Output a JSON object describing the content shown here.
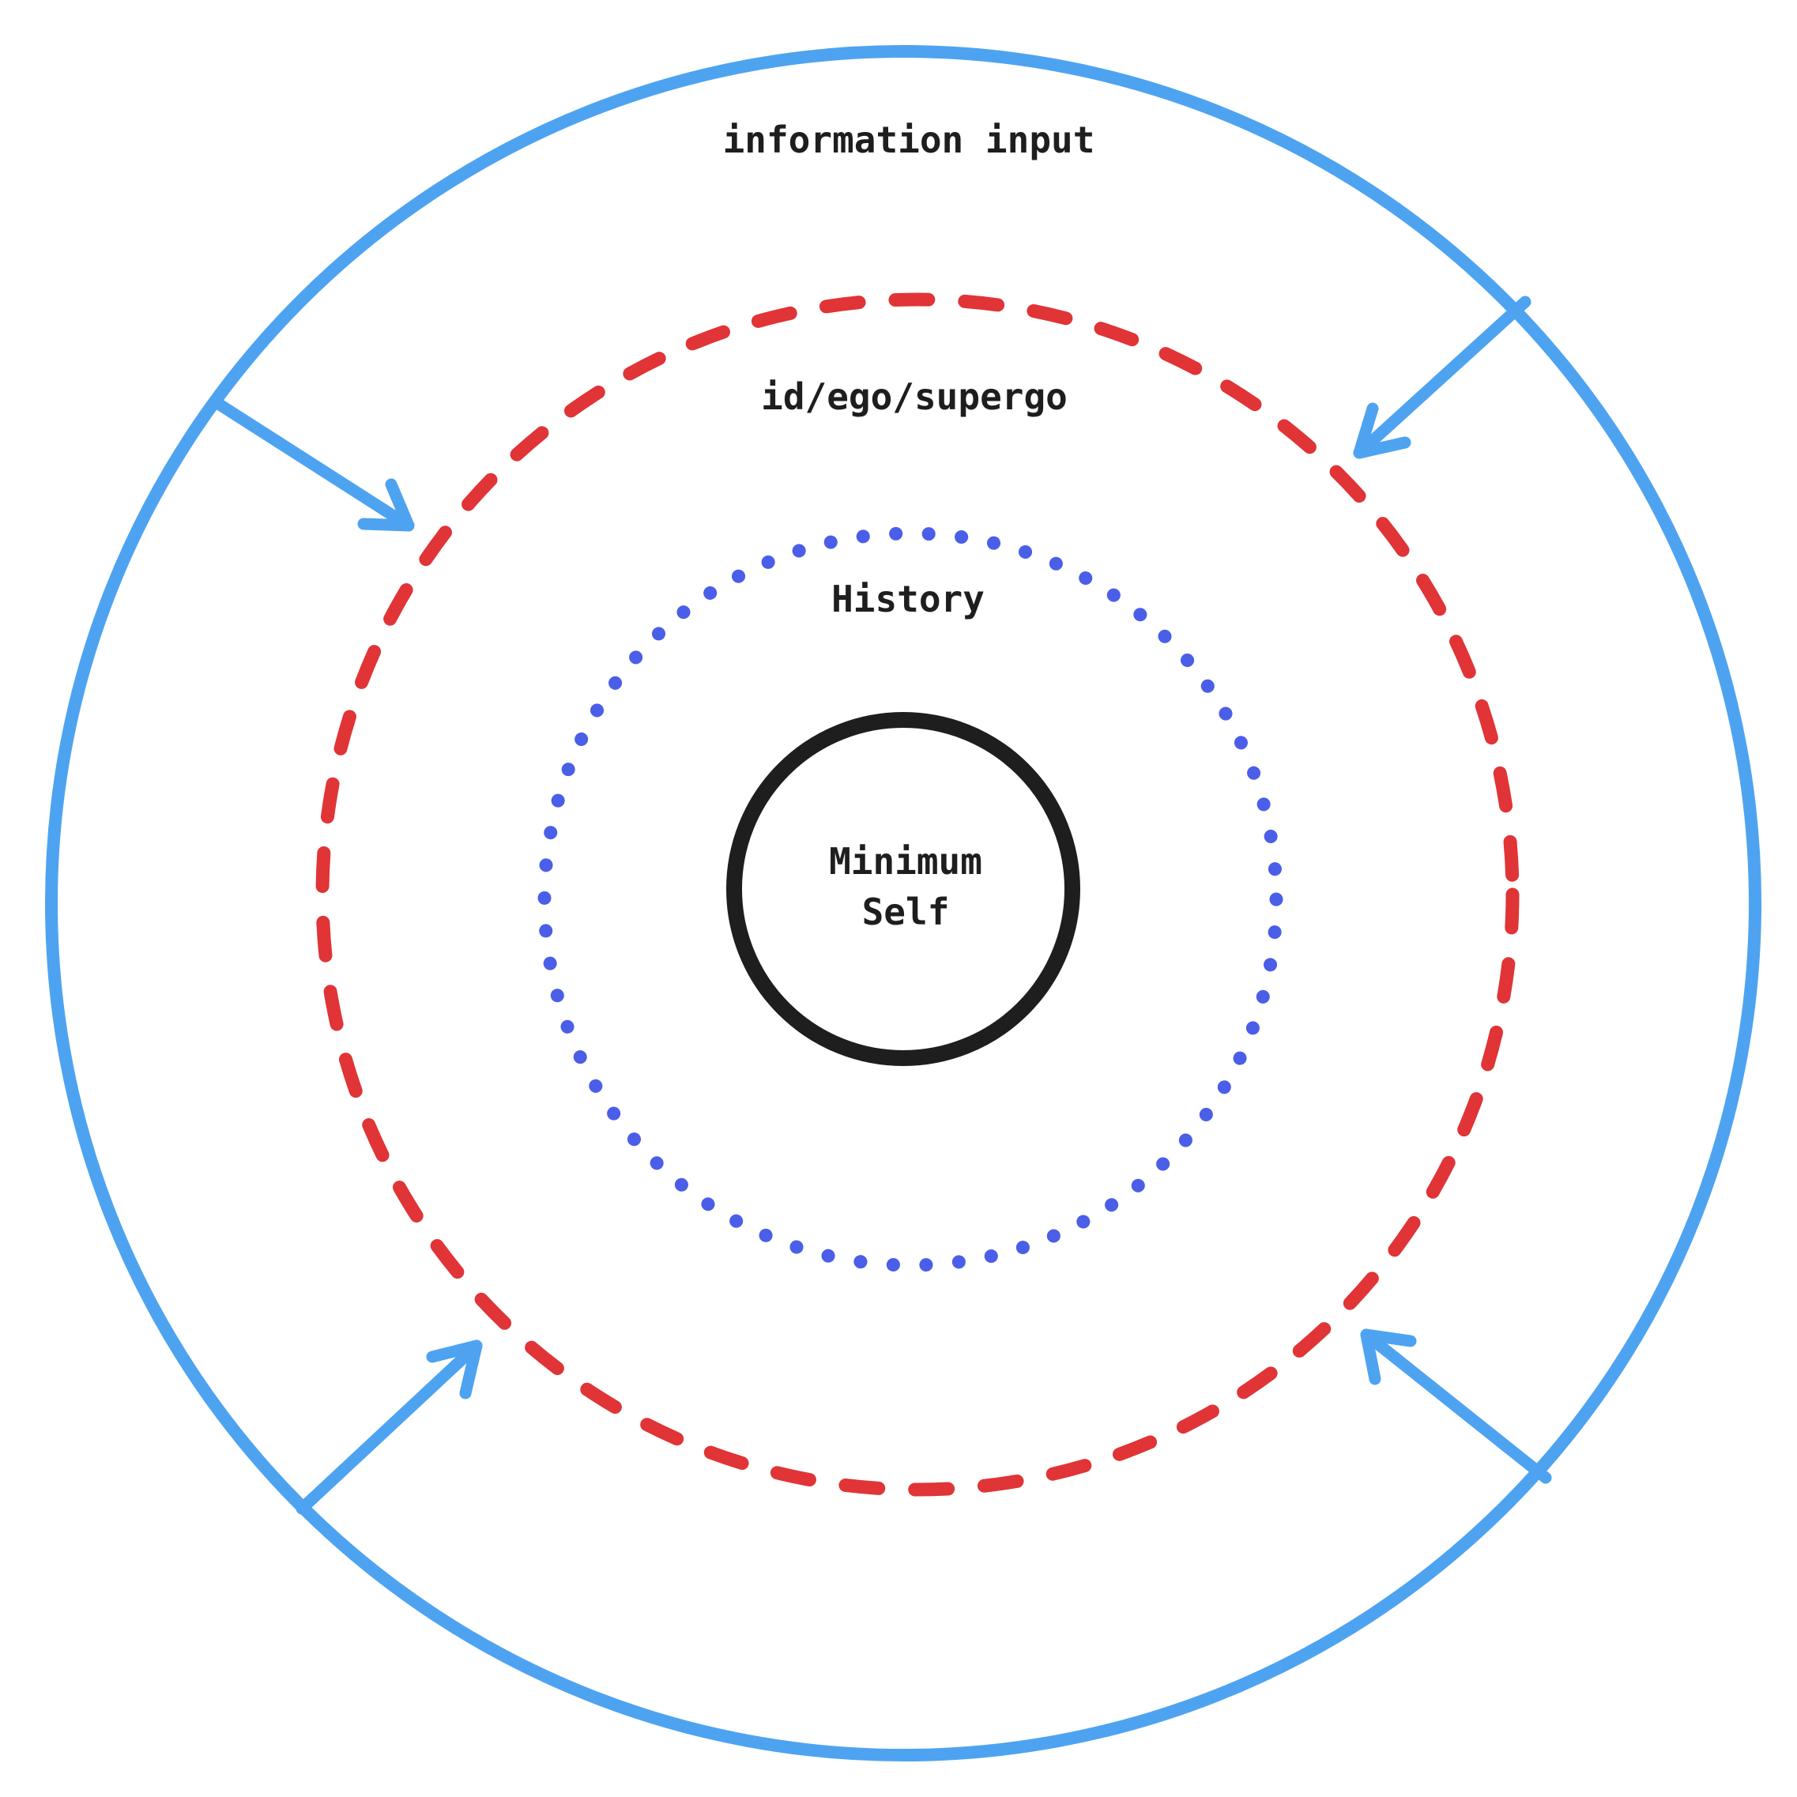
{
  "diagram": {
    "labels": {
      "outer": "information input",
      "middle": "id/ego/supergo",
      "inner": "History",
      "core_line1": "Minimum",
      "core_line2": "Self"
    },
    "colors": {
      "outer_ring": "#4ea3f1",
      "arrows": "#4ea3f1",
      "dashed_ring": "#e03436",
      "dotted_ring": "#4a5ee8",
      "core_ring": "#1e1e1e",
      "text": "#1e1e1e",
      "background": "#ffffff"
    },
    "ring_styles": {
      "outer": "solid",
      "middle": "dashed",
      "inner": "dotted",
      "core": "solid"
    },
    "arrow_direction": "inward",
    "arrow_count": 4
  }
}
